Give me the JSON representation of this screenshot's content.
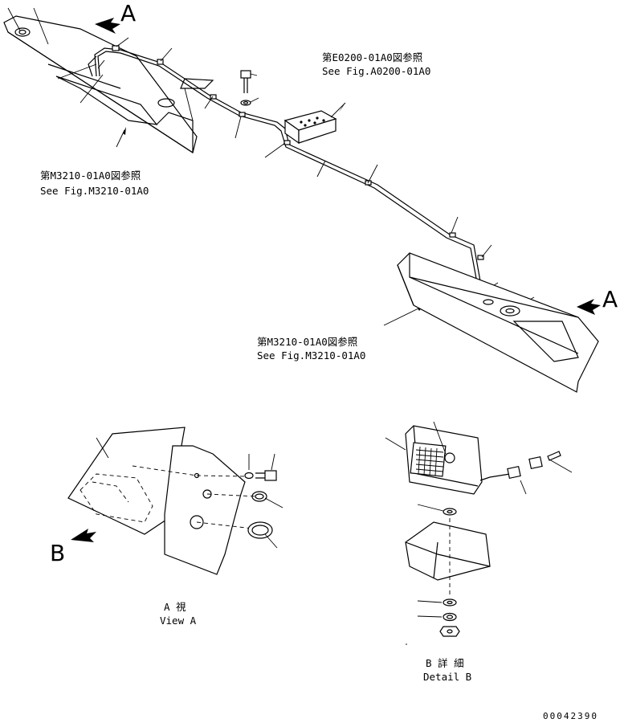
{
  "callouts": {
    "ref_top_jp": "第E0200-01A0図参照",
    "ref_top_en": "See Fig.A0200-01A0",
    "ref_left_jp": "第M3210-01A0図参照",
    "ref_left_en": "See Fig.M3210-01A0",
    "ref_right_jp": "第M3210-01A0図参照",
    "ref_right_en": "See Fig.M3210-01A0"
  },
  "view_markers": {
    "a_top_left": "A",
    "a_right": "A",
    "b_left": "B"
  },
  "views": {
    "view_a_jp": "A  視",
    "view_a_en": "View A",
    "detail_b_jp": "B 詳 細",
    "detail_b_en": "Detail B"
  },
  "drawing_code": "00042390"
}
